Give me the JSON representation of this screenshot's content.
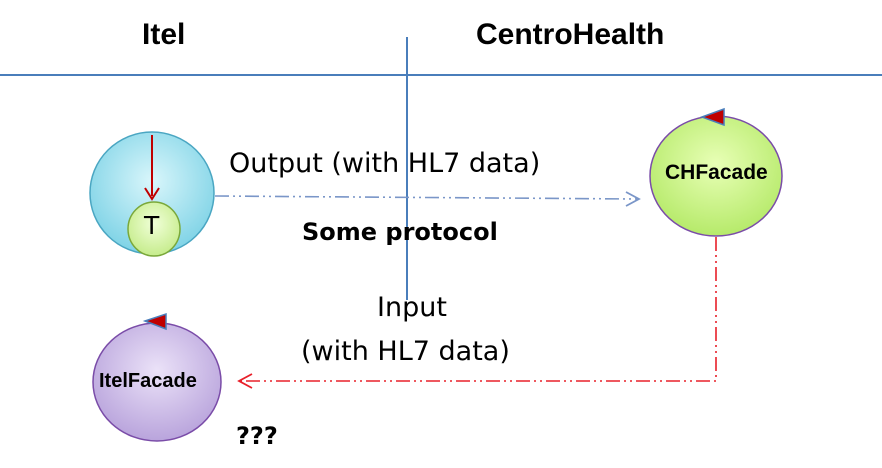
{
  "headers": {
    "left": "Itel",
    "right": "CentroHealth"
  },
  "nodes": {
    "timer": "T",
    "chfacade": "CHFacade",
    "itelfacade": "ItelFacade"
  },
  "arrows": {
    "output": "Output (with HL7 data)",
    "protocol": "Some protocol",
    "input_line1": "Input",
    "input_line2": "(with HL7 data)"
  },
  "note": "???",
  "colors": {
    "divider": "#4a7ebb",
    "output_arrow": "#7a96c8",
    "input_arrow": "#e8202a",
    "itel_component": "#a8e4f0",
    "chfacade": "#c4f07a",
    "itelfacade": "#c8b8e6",
    "timer": "#d2f0a4",
    "red_marker": "#c00000"
  }
}
